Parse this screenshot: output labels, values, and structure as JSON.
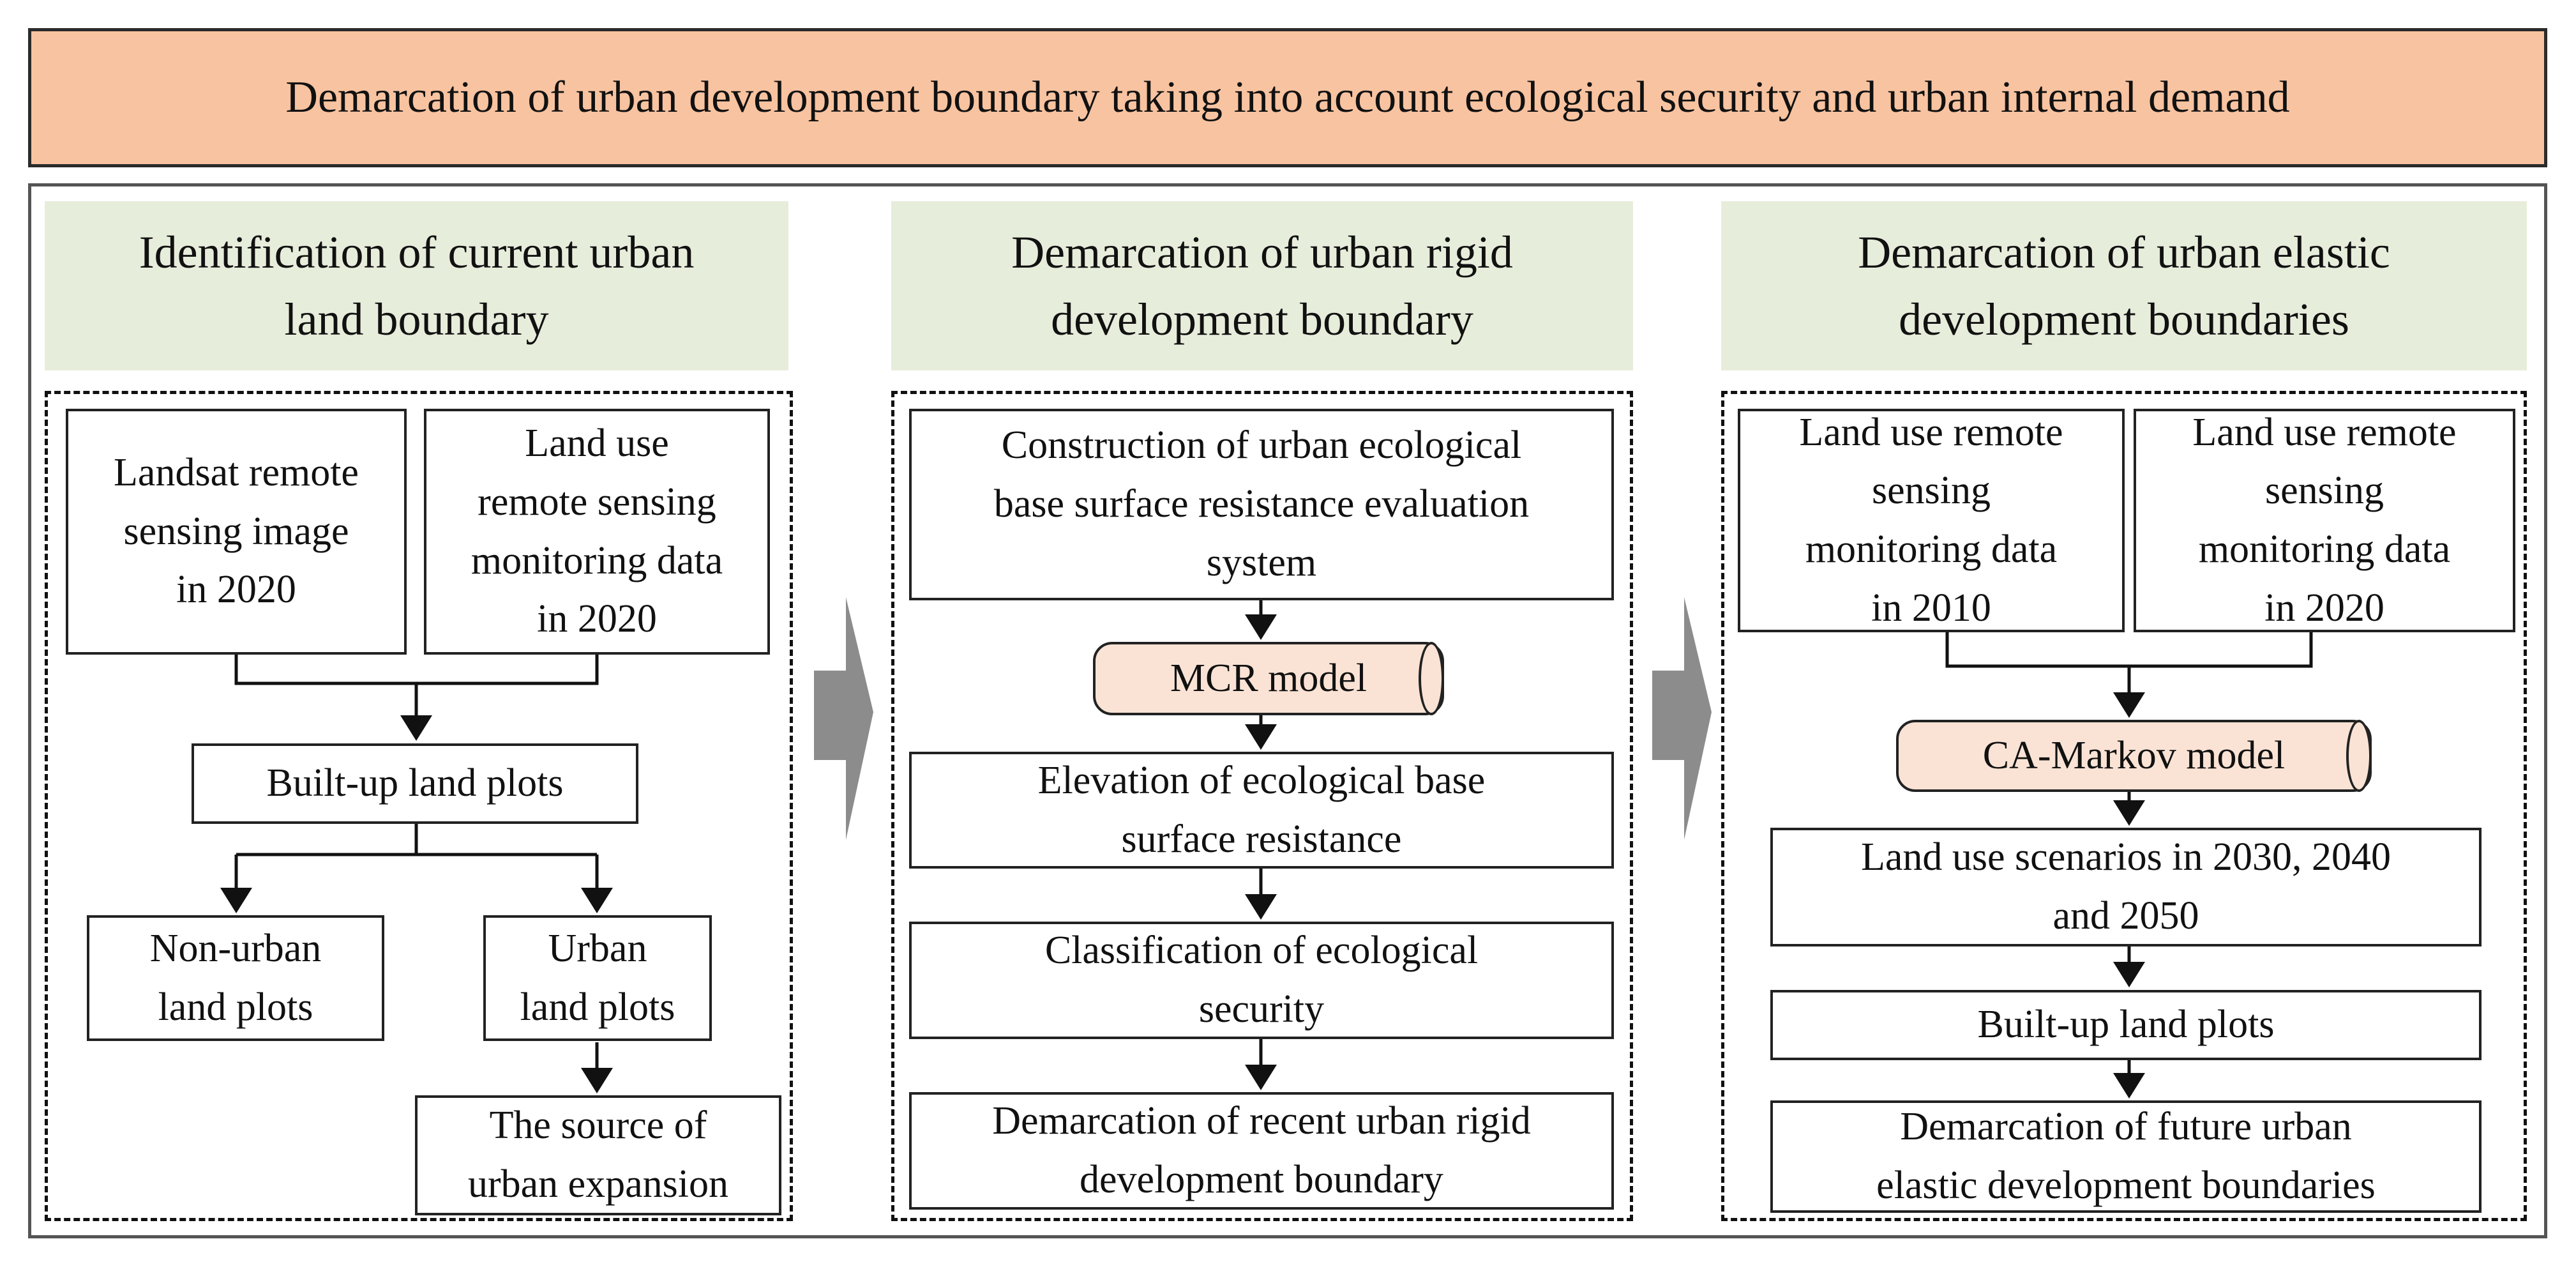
{
  "title": "Demarcation of urban development boundary taking into account ecological security and urban internal demand",
  "columns": [
    {
      "header": [
        "Identification of current urban",
        "land boundary"
      ],
      "nodes": {
        "landsat": [
          "Landsat remote",
          "sensing image",
          "in 2020"
        ],
        "landuse": [
          "Land use",
          "remote sensing",
          "monitoring data",
          "in 2020"
        ],
        "builtup": "Built-up land plots",
        "nonurban": [
          "Non-urban",
          "land plots"
        ],
        "urban": [
          "Urban",
          "land plots"
        ],
        "source": [
          "The source of",
          "urban expansion"
        ]
      }
    },
    {
      "header": [
        "Demarcation of urban rigid",
        "development boundary"
      ],
      "nodes": {
        "construction": [
          "Construction of urban ecological",
          "base surface resistance evaluation",
          "system"
        ],
        "mcr": "MCR model",
        "elevation": [
          "Elevation of ecological base",
          "surface resistance"
        ],
        "classification": [
          "Classification of ecological",
          "security"
        ],
        "recent": [
          "Demarcation of recent urban rigid",
          "development boundary"
        ]
      }
    },
    {
      "header": [
        "Demarcation of urban elastic",
        "development boundaries"
      ],
      "nodes": {
        "lu2010": [
          "Land use remote",
          "sensing",
          "monitoring data",
          "in 2010"
        ],
        "lu2020": [
          "Land use remote",
          "sensing",
          "monitoring data",
          "in 2020"
        ],
        "camarkov": "CA-Markov model",
        "scenarios": [
          "Land use scenarios in 2030, 2040",
          "and 2050"
        ],
        "builtup": "Built-up land plots",
        "future": [
          "Demarcation of future urban",
          "elastic development boundaries"
        ]
      }
    }
  ],
  "colors": {
    "title_bg": "#f8c3a0",
    "header_bg": "#e7eddb",
    "model_bg": "#fae3d5",
    "arrow_fill": "#8c8c8c"
  }
}
